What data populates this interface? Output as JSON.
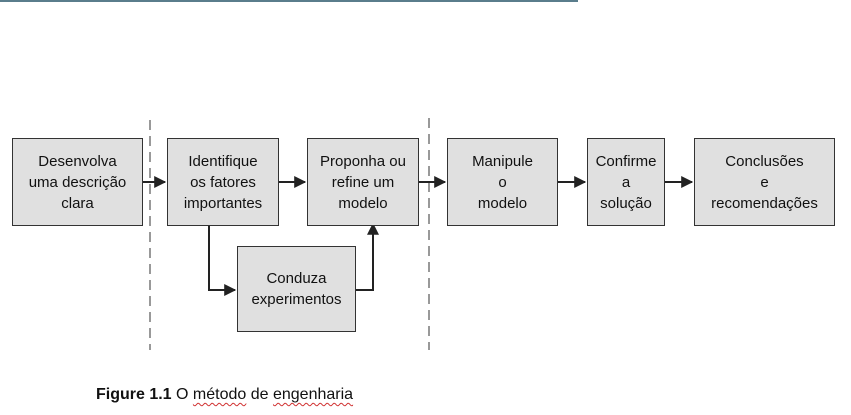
{
  "nodes": {
    "describe": "Desenvolva\numa descrição\nclara",
    "identify": "Identifique\nos fatores\nimportantes",
    "propose": "Proponha ou\nrefine um\nmodelo",
    "experiments": "Conduza\nexperimentos",
    "manipulate": "Manipule\no\nmodelo",
    "confirm": "Confirme\na\nsolução",
    "conclusions": "Conclusões\ne\nrecomendações"
  },
  "caption": {
    "label": "Figure 1.1",
    "text_plain": " O ",
    "text_word1": "método",
    "text_sep": " de ",
    "text_word2": "engenharia"
  }
}
